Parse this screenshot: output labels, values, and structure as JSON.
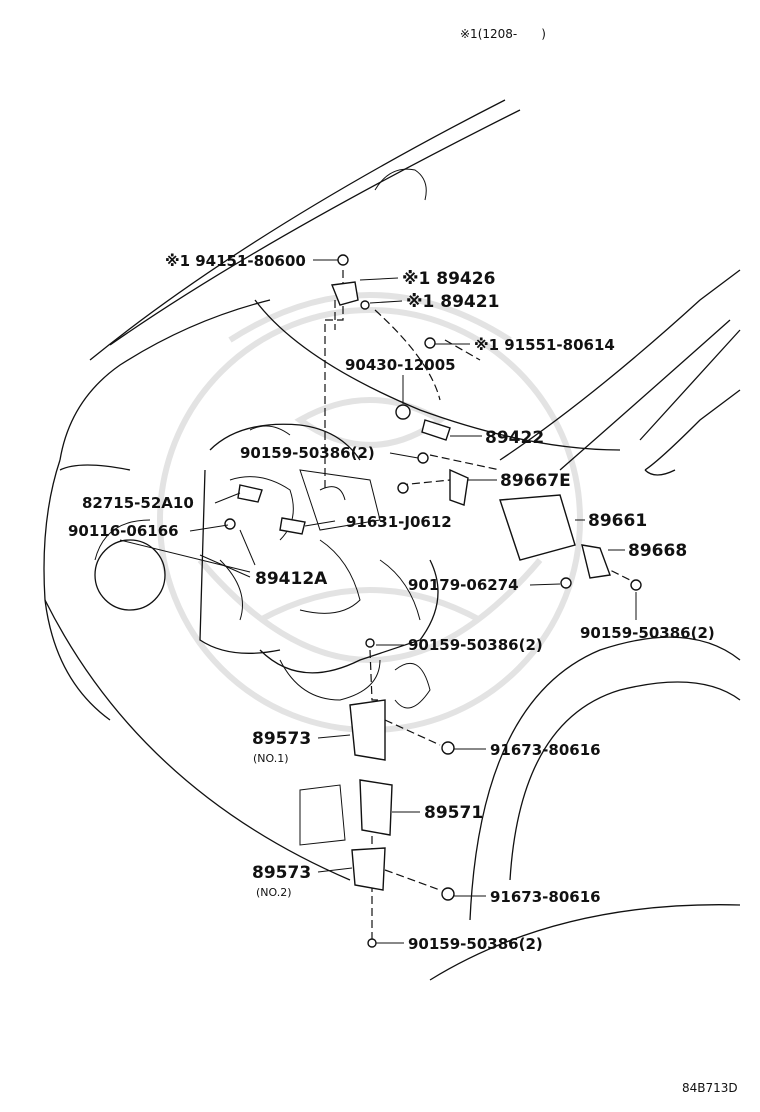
{
  "header": {
    "note": "※1(1208-　　)"
  },
  "footer": {
    "illustration_code": "84B713D"
  },
  "callouts": [
    {
      "id": "c01",
      "text": "※1 94151-80600"
    },
    {
      "id": "c02",
      "text": "※1 89426"
    },
    {
      "id": "c03",
      "text": "※1 89421"
    },
    {
      "id": "c04",
      "text": "※1 91551-80614"
    },
    {
      "id": "c05",
      "text": "90430-12005"
    },
    {
      "id": "c06",
      "text": "89422"
    },
    {
      "id": "c07",
      "text": "90159-50386(2)"
    },
    {
      "id": "c08",
      "text": "89667E"
    },
    {
      "id": "c09",
      "text": "82715-52A10"
    },
    {
      "id": "c10",
      "text": "91631-J0612"
    },
    {
      "id": "c11",
      "text": "90116-06166"
    },
    {
      "id": "c12",
      "text": "89661"
    },
    {
      "id": "c13",
      "text": "89668"
    },
    {
      "id": "c14",
      "text": "89412A"
    },
    {
      "id": "c15",
      "text": "90179-06274"
    },
    {
      "id": "c16",
      "text": "90159-50386(2)"
    },
    {
      "id": "c17",
      "text": "90159-50386(2)"
    },
    {
      "id": "c18",
      "text": "89573"
    },
    {
      "id": "c19",
      "text": "(NO.1)"
    },
    {
      "id": "c20",
      "text": "91673-80616"
    },
    {
      "id": "c21",
      "text": "89571"
    },
    {
      "id": "c22",
      "text": "89573"
    },
    {
      "id": "c23",
      "text": "(NO.2)"
    },
    {
      "id": "c24",
      "text": "91673-80616"
    },
    {
      "id": "c25",
      "text": "90159-50386(2)"
    }
  ]
}
